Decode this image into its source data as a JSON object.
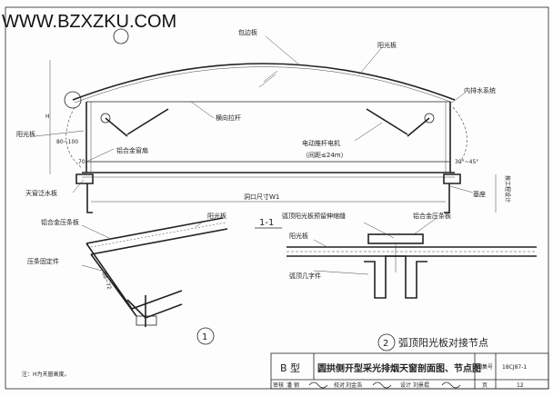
{
  "watermark": "WWW.BZXZKU.COM",
  "section": {
    "title": "1-1",
    "labels": {
      "edge_plate": "包边板",
      "sun_panel_top": "阳光板",
      "inner_drain": "内排水系统",
      "sun_panel_left": "阳光板",
      "dim_80_100": "80~100",
      "transverse_rod": "横向拉杆",
      "alu_sash": "铝合金窗扇",
      "motor": "电动推杆电机",
      "motor_spacing": "（间距≤24m）",
      "dim_70": "70",
      "angle": "30°~45°",
      "flashing": "天窗泛水板",
      "base": "基座",
      "opening": "洞口尺寸W1",
      "engineering": "按工程设计",
      "height": "H"
    }
  },
  "detail1": {
    "number": "1",
    "labels": {
      "alu_strip": "铝合金压条板",
      "sun_panel": "阳光板",
      "fixer": "压条固定件",
      "dim": "68~72"
    }
  },
  "detail2": {
    "number": "2",
    "title": "弧顶阳光板对接节点",
    "labels": {
      "gap": "弧顶阳光板预留伸缩缝",
      "alu_strip": "铝合金压条板",
      "sun_panel": "阳光板",
      "hat_piece": "弧顶几字件"
    }
  },
  "note": "注：H为天窗高度。",
  "title_block": {
    "type": "B 型",
    "drawing_title": "圆拱侧开型采光排烟天窗剖面图、节点图",
    "atlas_label": "图集号",
    "atlas_no": "18CJ87-1",
    "review_label": "审核",
    "reviewer": "潘 钢",
    "check_label": "校对",
    "checker": "刘金浩",
    "design_label": "设计",
    "designer": "刘景琨",
    "page_label": "页",
    "page": "12"
  }
}
